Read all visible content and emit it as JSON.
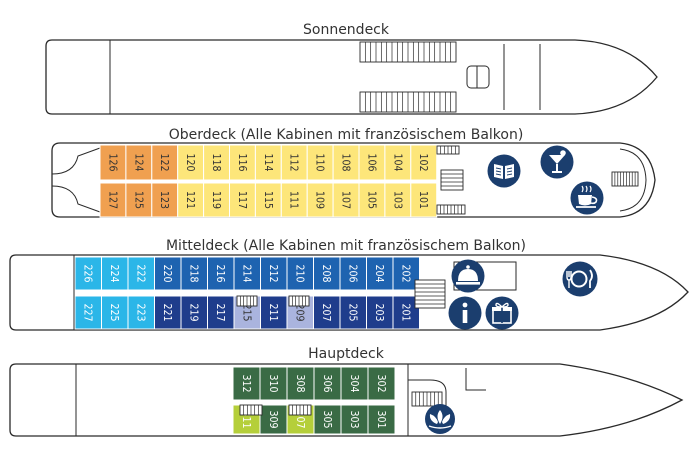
{
  "decks": {
    "sonnendeck": {
      "title": "Sonnendeck"
    },
    "oberdeck": {
      "title": "Oberdeck (Alle Kabinen mit französischem Balkon)"
    },
    "mitteldeck": {
      "title": "Mitteldeck (Alle Kabinen mit französischem Balkon)"
    },
    "hauptdeck": {
      "title": "Hauptdeck"
    }
  },
  "categories": {
    "orange": "#f0a050",
    "yellow": "#fde67a",
    "cyan": "#2bb6e8",
    "blue": "#1e63b0",
    "navy": "#1f3d8c",
    "lavender": "#aab4de",
    "green": "#3a6b45",
    "lime": "#b5cf3a"
  },
  "icons": [
    "library-icon",
    "cocktail-icon",
    "coffee-icon",
    "reception-bell-icon",
    "restaurant-icon",
    "info-icon",
    "gift-icon",
    "spa-lotus-icon"
  ],
  "cabins": {
    "oberdeck": {
      "top": [
        {
          "n": "126",
          "c": "orange"
        },
        {
          "n": "124",
          "c": "orange"
        },
        {
          "n": "122",
          "c": "orange"
        },
        {
          "n": "120",
          "c": "yellow"
        },
        {
          "n": "118",
          "c": "yellow"
        },
        {
          "n": "116",
          "c": "yellow"
        },
        {
          "n": "114",
          "c": "yellow"
        },
        {
          "n": "112",
          "c": "yellow"
        },
        {
          "n": "110",
          "c": "yellow"
        },
        {
          "n": "108",
          "c": "yellow"
        },
        {
          "n": "106",
          "c": "yellow"
        },
        {
          "n": "104",
          "c": "yellow"
        },
        {
          "n": "102",
          "c": "yellow"
        }
      ],
      "bottom": [
        {
          "n": "127",
          "c": "orange"
        },
        {
          "n": "125",
          "c": "orange"
        },
        {
          "n": "123",
          "c": "orange"
        },
        {
          "n": "121",
          "c": "yellow"
        },
        {
          "n": "119",
          "c": "yellow"
        },
        {
          "n": "117",
          "c": "yellow"
        },
        {
          "n": "115",
          "c": "yellow"
        },
        {
          "n": "111",
          "c": "yellow"
        },
        {
          "n": "109",
          "c": "yellow"
        },
        {
          "n": "107",
          "c": "yellow"
        },
        {
          "n": "105",
          "c": "yellow"
        },
        {
          "n": "103",
          "c": "yellow"
        },
        {
          "n": "101",
          "c": "yellow"
        }
      ]
    },
    "mitteldeck": {
      "top": [
        {
          "n": "226",
          "c": "cyan"
        },
        {
          "n": "224",
          "c": "cyan"
        },
        {
          "n": "222",
          "c": "cyan"
        },
        {
          "n": "220",
          "c": "blue"
        },
        {
          "n": "218",
          "c": "blue"
        },
        {
          "n": "216",
          "c": "blue"
        },
        {
          "n": "214",
          "c": "blue"
        },
        {
          "n": "212",
          "c": "blue"
        },
        {
          "n": "210",
          "c": "blue"
        },
        {
          "n": "208",
          "c": "blue"
        },
        {
          "n": "206",
          "c": "blue"
        },
        {
          "n": "204",
          "c": "blue"
        },
        {
          "n": "202",
          "c": "blue"
        }
      ],
      "bottom": [
        {
          "n": "227",
          "c": "cyan"
        },
        {
          "n": "225",
          "c": "cyan"
        },
        {
          "n": "223",
          "c": "cyan"
        },
        {
          "n": "221",
          "c": "navy"
        },
        {
          "n": "219",
          "c": "navy"
        },
        {
          "n": "217",
          "c": "navy"
        },
        {
          "n": "215",
          "c": "lavender"
        },
        {
          "n": "211",
          "c": "navy"
        },
        {
          "n": "209",
          "c": "lavender"
        },
        {
          "n": "207",
          "c": "navy"
        },
        {
          "n": "205",
          "c": "navy"
        },
        {
          "n": "203",
          "c": "navy"
        },
        {
          "n": "201",
          "c": "navy"
        }
      ]
    },
    "hauptdeck": {
      "top": [
        {
          "n": "312",
          "c": "green"
        },
        {
          "n": "310",
          "c": "green"
        },
        {
          "n": "308",
          "c": "green"
        },
        {
          "n": "306",
          "c": "green"
        },
        {
          "n": "304",
          "c": "green"
        },
        {
          "n": "302",
          "c": "green"
        }
      ],
      "bottom": [
        {
          "n": "311",
          "c": "lime"
        },
        {
          "n": "309",
          "c": "green"
        },
        {
          "n": "307",
          "c": "lime"
        },
        {
          "n": "305",
          "c": "green"
        },
        {
          "n": "303",
          "c": "green"
        },
        {
          "n": "301",
          "c": "green"
        }
      ]
    }
  }
}
